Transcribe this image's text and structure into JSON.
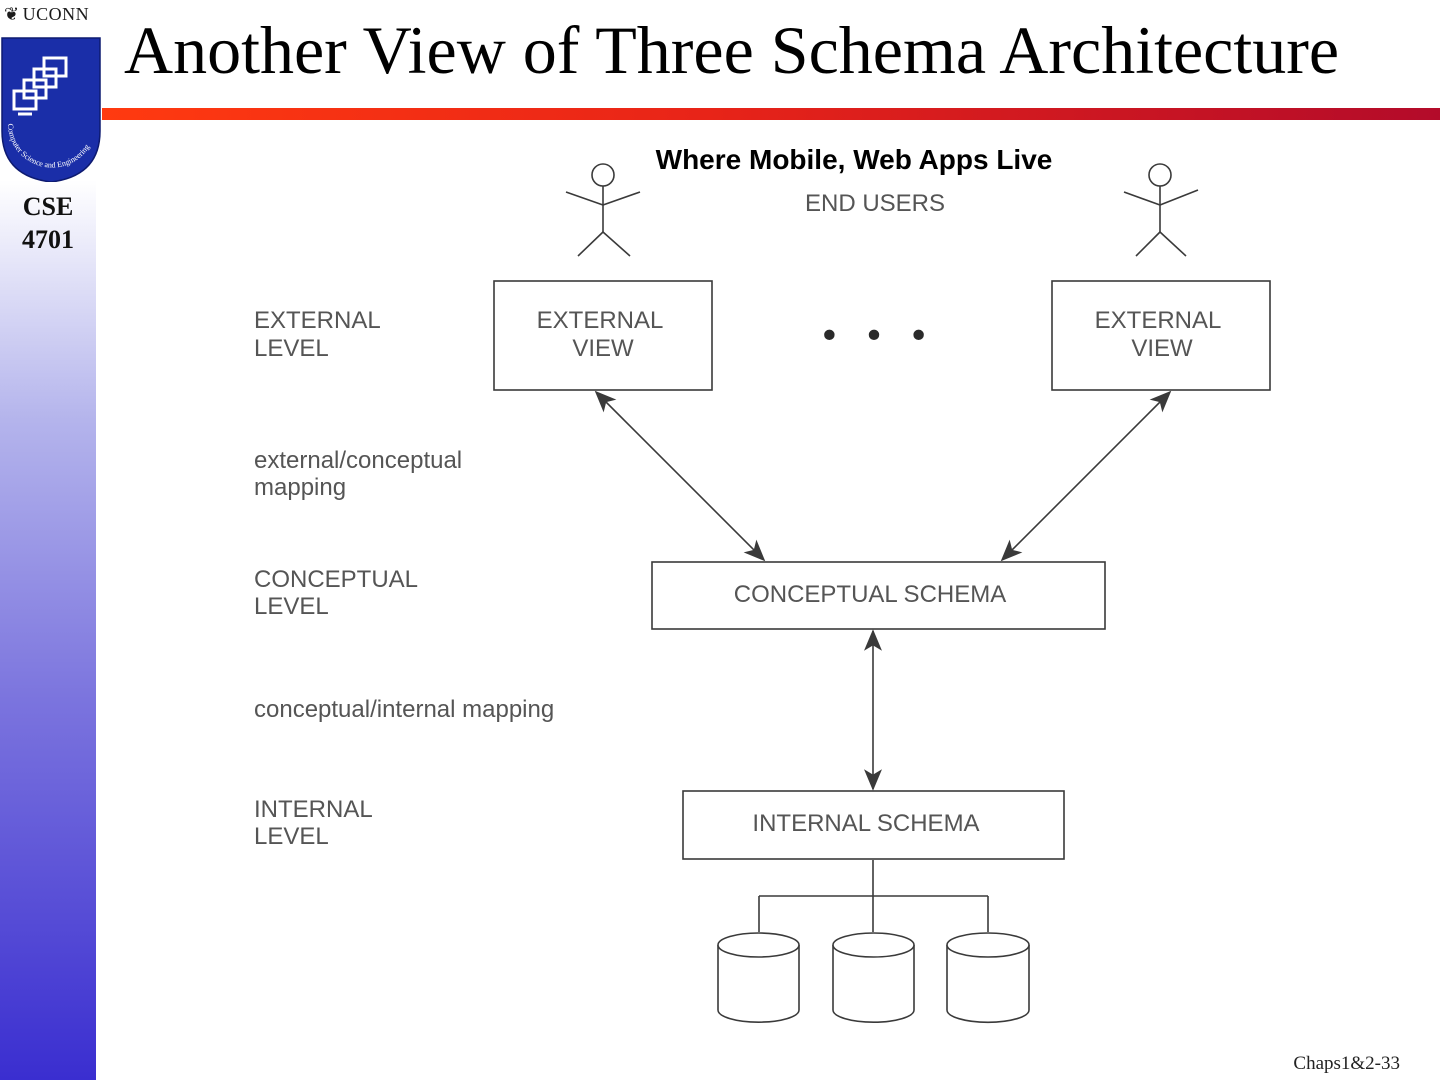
{
  "slide": {
    "title": "Another View of Three Schema Architecture",
    "footer": "Chaps1&2-33",
    "course_line1": "CSE",
    "course_line2": "4701",
    "university": "UCONN",
    "logo_ring_text": "Computer Science and Engineering"
  },
  "diagram": {
    "subtitle": "Where Mobile, Web Apps Live",
    "end_users": "END USERS",
    "ellipsis": "• • •",
    "levels": {
      "external_1": "EXTERNAL",
      "external_2": "LEVEL",
      "ext_conc_1": "external/conceptual",
      "ext_conc_2": "mapping",
      "conceptual_1": "CONCEPTUAL",
      "conceptual_2": "LEVEL",
      "conc_int": "conceptual/internal mapping",
      "internal_1": "INTERNAL",
      "internal_2": "LEVEL"
    },
    "boxes": {
      "ext_left_1": "EXTERNAL",
      "ext_left_2": "VIEW",
      "ext_right_1": "EXTERNAL",
      "ext_right_2": "VIEW",
      "conceptual_schema": "CONCEPTUAL SCHEMA",
      "internal_schema": "INTERNAL SCHEMA"
    }
  },
  "colors": {
    "sidebar_bottom": "#3a2ed0",
    "title_bar": "#e82418",
    "diagram_line": "#3a3a3a"
  }
}
